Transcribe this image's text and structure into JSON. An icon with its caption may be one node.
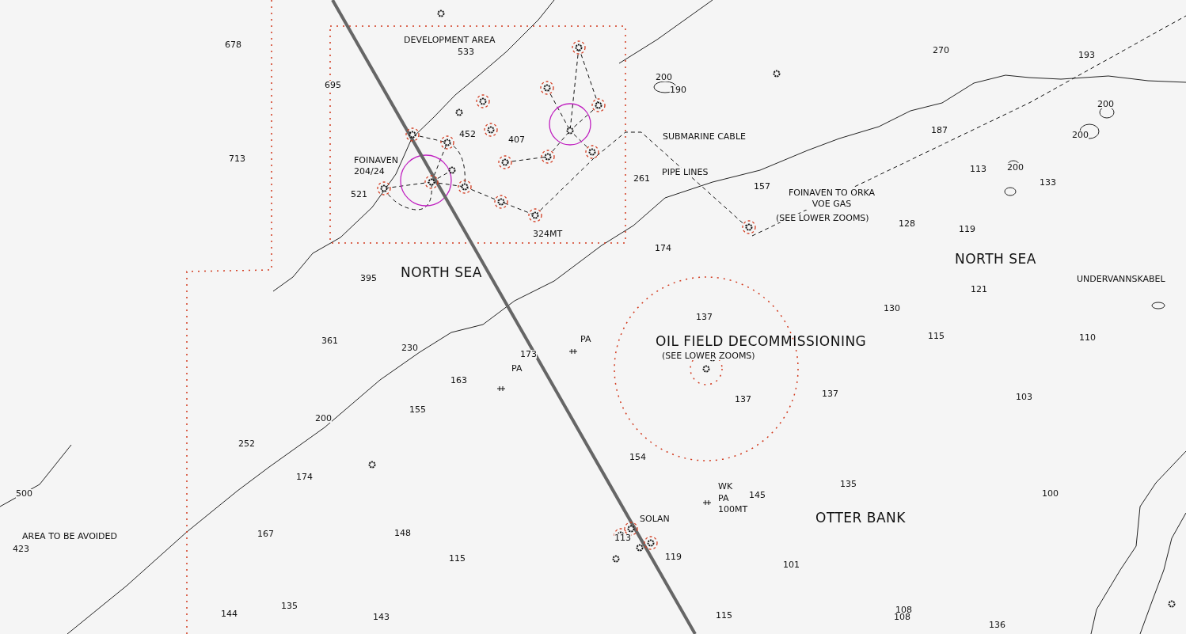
{
  "diagram": {
    "labels": [
      "DEVELOPMENT AREA",
      "678",
      "533",
      "270",
      "193",
      "695",
      "200",
      "190",
      "200",
      "187",
      "452",
      "SUBMARINE CABLE",
      "407",
      "200",
      "FOINAVEN",
      "204/24",
      "713",
      "113",
      "200",
      "PIPE LINES",
      "261",
      "133",
      "157",
      "FOINAVEN TO ORKA VOE GAS",
      "(SEE LOWER ZOOMS)",
      "521",
      "128",
      "119",
      "324MT",
      "174",
      "NORTH SEA",
      "NORTH SEA",
      "395",
      "UNDERVANNSKABEL",
      "121",
      "130",
      "137",
      "PA",
      "OIL FIELD DECOMMISSIONING",
      "115",
      "110",
      "361",
      "230",
      "173",
      "(SEE LOWER ZOOMS)",
      "PA",
      "163",
      "137",
      "137",
      "103",
      "155",
      "200",
      "252",
      "154",
      "174",
      "500",
      "WK",
      "135",
      "145",
      "100",
      "PA",
      "100MT",
      "SOLAN",
      "OTTER BANK",
      "AREA TO BE AVOIDED",
      "167",
      "148",
      "113",
      "423",
      "115",
      "119",
      "101",
      "144",
      "135",
      "143",
      "115",
      "108",
      "108",
      "136"
    ]
  }
}
